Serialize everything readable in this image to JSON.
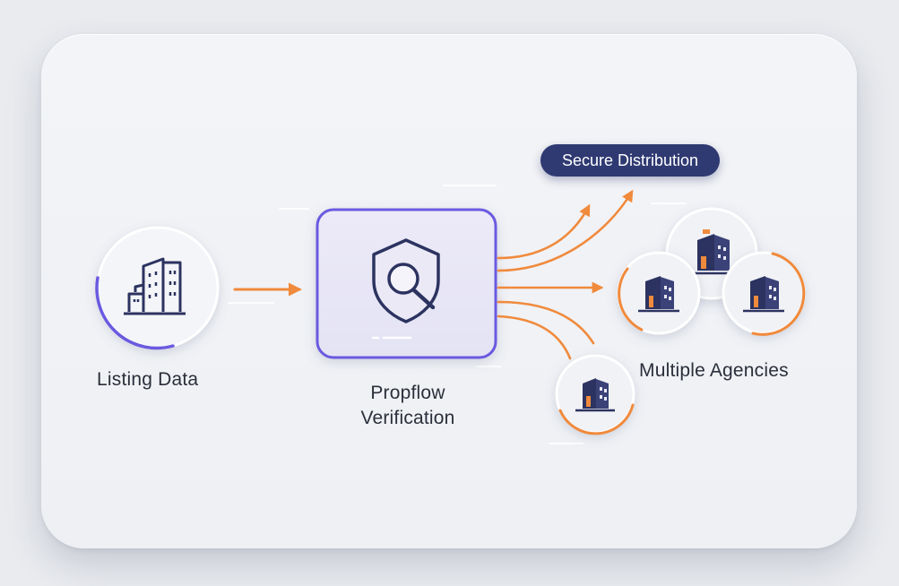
{
  "source": {
    "label": "Listing Data",
    "icon": "building-icon"
  },
  "verifier": {
    "label_line1": "Propflow",
    "label_line2": "Verification",
    "icon": "shield-search-icon"
  },
  "distribution": {
    "label": "Secure Distribution"
  },
  "agencies": {
    "label": "Multiple Agencies",
    "icon": "agency-building-icon"
  },
  "colors": {
    "accent_orange": "#f08a3c",
    "accent_purple": "#6a5ae0",
    "navy": "#2f3a72",
    "icon_dark": "#2c3360"
  }
}
